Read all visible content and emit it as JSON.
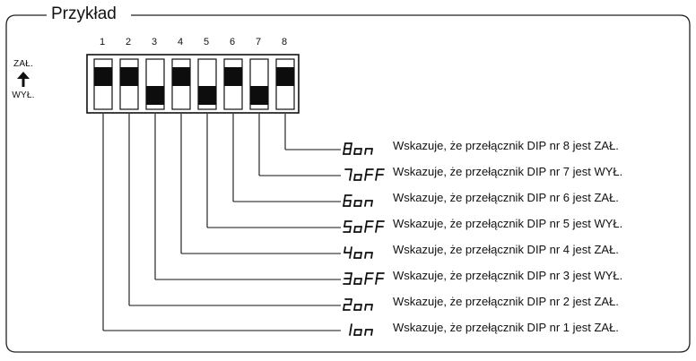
{
  "title": "Przykład",
  "state_labels": {
    "on": "ZAŁ.",
    "off": "WYŁ."
  },
  "switches": [
    {
      "number": "1",
      "state": "on",
      "code": "1on",
      "description": "Wskazuje, że przełącznik DIP nr 1 jest ZAŁ."
    },
    {
      "number": "2",
      "state": "on",
      "code": "2on",
      "description": "Wskazuje, że przełącznik DIP nr 2 jest ZAŁ."
    },
    {
      "number": "3",
      "state": "off",
      "code": "3oFF",
      "description": "Wskazuje, że przełącznik DIP nr 3 jest WYŁ."
    },
    {
      "number": "4",
      "state": "on",
      "code": "4on",
      "description": "Wskazuje, że przełącznik DIP nr 4 jest ZAŁ."
    },
    {
      "number": "5",
      "state": "off",
      "code": "5oFF",
      "description": "Wskazuje, że przełącznik DIP nr 5 jest WYŁ."
    },
    {
      "number": "6",
      "state": "on",
      "code": "6on",
      "description": "Wskazuje, że przełącznik DIP nr 6 jest ZAŁ."
    },
    {
      "number": "7",
      "state": "off",
      "code": "7oFF",
      "description": "Wskazuje, że przełącznik DIP nr 7 jest WYŁ."
    },
    {
      "number": "8",
      "state": "on",
      "code": "8on",
      "description": "Wskazuje, że przełącznik DIP nr 8 jest ZAŁ."
    }
  ]
}
